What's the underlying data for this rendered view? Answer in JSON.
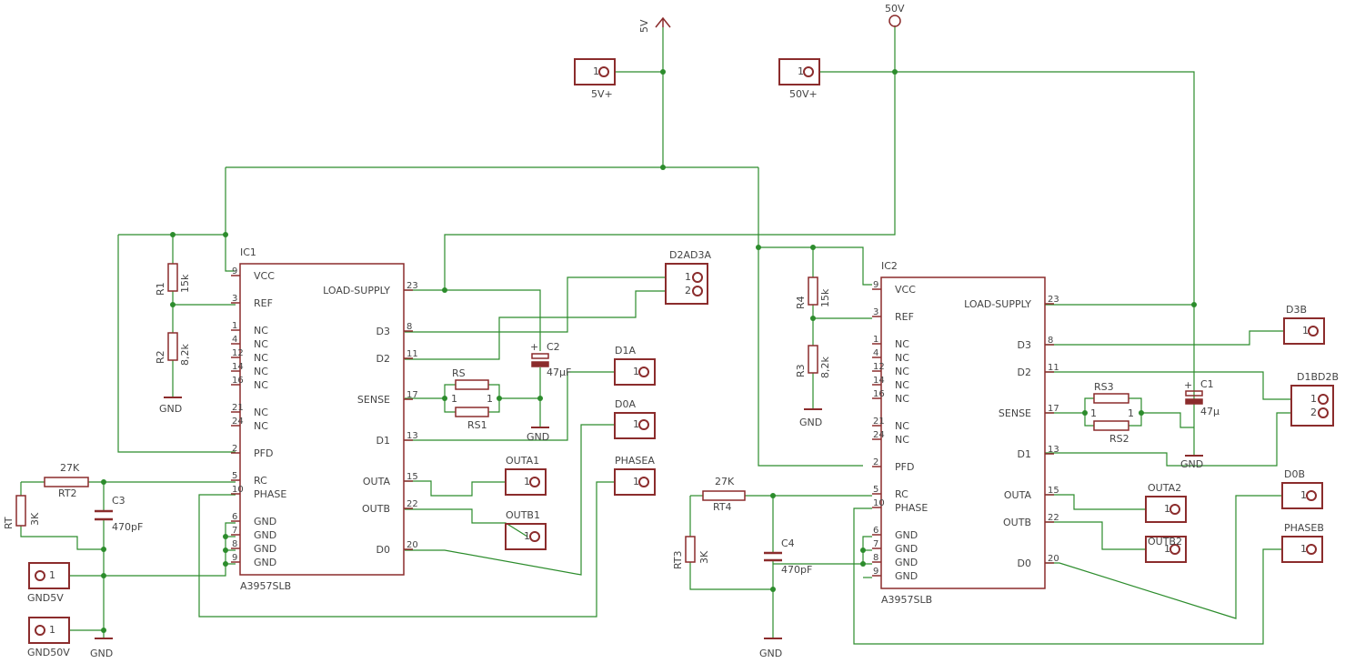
{
  "colors": {
    "wire": "#2c8c2c",
    "component": "#8b2c2c",
    "text": "#444444",
    "background": "#ffffff"
  },
  "supplies": {
    "v5": "5V",
    "v50": "50V",
    "gnd": "GND"
  },
  "ic1": {
    "name": "IC1",
    "part": "A3957SLB",
    "left_pins": [
      {
        "num": "9",
        "label": "VCC"
      },
      {
        "num": "3",
        "label": "REF"
      },
      {
        "num": "1",
        "label": "NC"
      },
      {
        "num": "4",
        "label": "NC"
      },
      {
        "num": "12",
        "label": "NC"
      },
      {
        "num": "14",
        "label": "NC"
      },
      {
        "num": "16",
        "label": "NC"
      },
      {
        "num": "21",
        "label": "NC"
      },
      {
        "num": "24",
        "label": "NC"
      },
      {
        "num": "2",
        "label": "PFD"
      },
      {
        "num": "5",
        "label": "RC"
      },
      {
        "num": "10",
        "label": "PHASE"
      },
      {
        "num": "6",
        "label": "GND"
      },
      {
        "num": "7",
        "label": "GND"
      },
      {
        "num": "8",
        "label": "GND"
      },
      {
        "num": "9",
        "label": "GND"
      }
    ],
    "right_pins": [
      {
        "num": "23",
        "label": "LOAD-SUPPLY"
      },
      {
        "num": "8",
        "label": "D3"
      },
      {
        "num": "11",
        "label": "D2"
      },
      {
        "num": "17",
        "label": "SENSE"
      },
      {
        "num": "13",
        "label": "D1"
      },
      {
        "num": "15",
        "label": "OUTA"
      },
      {
        "num": "22",
        "label": "OUTB"
      },
      {
        "num": "20",
        "label": "D0"
      }
    ]
  },
  "ic2": {
    "name": "IC2",
    "part": "A3957SLB",
    "left_pins": [
      {
        "num": "9",
        "label": "VCC"
      },
      {
        "num": "3",
        "label": "REF"
      },
      {
        "num": "1",
        "label": "NC"
      },
      {
        "num": "4",
        "label": "NC"
      },
      {
        "num": "12",
        "label": "NC"
      },
      {
        "num": "14",
        "label": "NC"
      },
      {
        "num": "16",
        "label": "NC"
      },
      {
        "num": "21",
        "label": "NC"
      },
      {
        "num": "24",
        "label": "NC"
      },
      {
        "num": "2",
        "label": "PFD"
      },
      {
        "num": "5",
        "label": "RC"
      },
      {
        "num": "10",
        "label": "PHASE"
      },
      {
        "num": "6",
        "label": "GND"
      },
      {
        "num": "7",
        "label": "GND"
      },
      {
        "num": "8",
        "label": "GND"
      },
      {
        "num": "9",
        "label": "GND"
      }
    ],
    "right_pins": [
      {
        "num": "23",
        "label": "LOAD-SUPPLY"
      },
      {
        "num": "8",
        "label": "D3"
      },
      {
        "num": "11",
        "label": "D2"
      },
      {
        "num": "17",
        "label": "SENSE"
      },
      {
        "num": "13",
        "label": "D1"
      },
      {
        "num": "15",
        "label": "OUTA"
      },
      {
        "num": "22",
        "label": "OUTB"
      },
      {
        "num": "20",
        "label": "D0"
      }
    ]
  },
  "connectors": {
    "v5p": "5V+",
    "v50p": "50V+",
    "d2ad3a": "D2AD3A",
    "d1a": "D1A",
    "d0a": "D0A",
    "phasea": "PHASEA",
    "outa1": "OUTA1",
    "outb1": "OUTB1",
    "gnd5v": "GND5V",
    "gnd50v": "GND50V",
    "d3b": "D3B",
    "d1bd2b": "D1BD2B",
    "d0b": "D0B",
    "phaseb": "PHASEB",
    "outa2": "OUTA2",
    "outb2": "OUTB2",
    "pin1": "1",
    "pin2": "2"
  },
  "resistors": {
    "r1": {
      "name": "R1",
      "value": "15k"
    },
    "r2": {
      "name": "R2",
      "value": "8,2k"
    },
    "r3": {
      "name": "R3",
      "value": "8,2k"
    },
    "r4": {
      "name": "R4",
      "value": "15k"
    },
    "rs": {
      "name": "RS"
    },
    "rs1": {
      "name": "RS1"
    },
    "rs2": {
      "name": "RS2"
    },
    "rs3": {
      "name": "RS3"
    },
    "rt": {
      "name": "RT",
      "value": "3K"
    },
    "rt2": {
      "name": "RT2",
      "value": "27K"
    },
    "rt3": {
      "name": "RT3",
      "value": "3K"
    },
    "rt4": {
      "name": "RT4",
      "value": "27K"
    }
  },
  "capacitors": {
    "c1": {
      "name": "C1",
      "value": "47µ"
    },
    "c2": {
      "name": "C2",
      "value": "47µF"
    },
    "c3": {
      "name": "C3",
      "value": "470pF"
    },
    "c4": {
      "name": "C4",
      "value": "470pF"
    }
  }
}
